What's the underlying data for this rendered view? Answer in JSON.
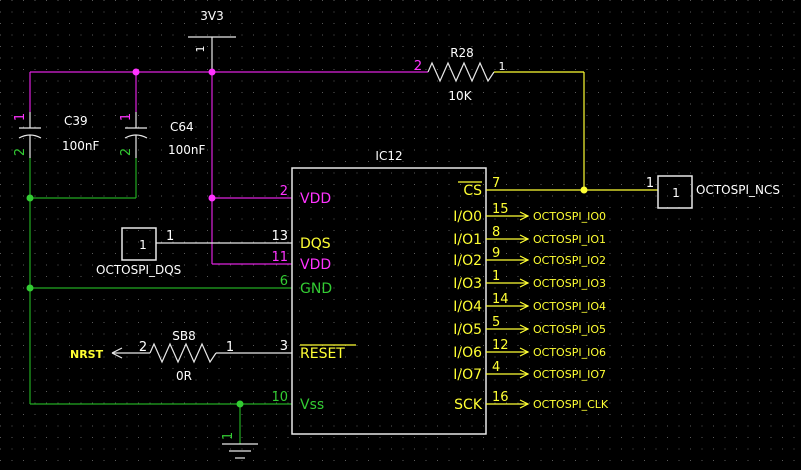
{
  "power": {
    "net": "3V3",
    "pin": "1"
  },
  "colors": {
    "background": "#000000",
    "power_net": "#ff33ff",
    "ground_net": "#33cc33",
    "signal_net": "#ffff33",
    "component": "#ffffff"
  },
  "resistor_r28": {
    "ref": "R28",
    "value": "10K",
    "pin_a": "2",
    "pin_b": "1"
  },
  "cap_c39": {
    "ref": "C39",
    "value": "100nF",
    "pin_top": "1",
    "pin_bottom": "2"
  },
  "cap_c64": {
    "ref": "C64",
    "value": "100nF",
    "pin_top": "1",
    "pin_bottom": "2"
  },
  "ic": {
    "ref": "IC12",
    "left_pins": [
      {
        "num": "2",
        "name": "VDD",
        "kind": "power"
      },
      {
        "num": "13",
        "name": "DQS",
        "kind": "signal"
      },
      {
        "num": "11",
        "name": "VDD",
        "kind": "power"
      },
      {
        "num": "6",
        "name": "GND",
        "kind": "ground"
      },
      {
        "num": "3",
        "name": "RESET",
        "kind": "signal"
      },
      {
        "num": "10",
        "name": "Vss",
        "kind": "ground"
      }
    ],
    "right_pins": [
      {
        "num": "7",
        "name": "CS"
      },
      {
        "num": "15",
        "name": "I/O0",
        "net": "OCTOSPI_IO0"
      },
      {
        "num": "8",
        "name": "I/O1",
        "net": "OCTOSPI_IO1"
      },
      {
        "num": "9",
        "name": "I/O2",
        "net": "OCTOSPI_IO2"
      },
      {
        "num": "1",
        "name": "I/O3",
        "net": "OCTOSPI_IO3"
      },
      {
        "num": "14",
        "name": "I/O4",
        "net": "OCTOSPI_IO4"
      },
      {
        "num": "5",
        "name": "I/O5",
        "net": "OCTOSPI_IO5"
      },
      {
        "num": "12",
        "name": "I/O6",
        "net": "OCTOSPI_IO6"
      },
      {
        "num": "4",
        "name": "I/O7",
        "net": "OCTOSPI_IO7"
      },
      {
        "num": "16",
        "name": "SCK",
        "net": "OCTOSPI_CLK"
      }
    ]
  },
  "port_ncs": {
    "pin": "1",
    "net": "OCTOSPI_NCS"
  },
  "port_dqs": {
    "pin": "1",
    "num_label": "1",
    "net": "OCTOSPI_DQS"
  },
  "sb8": {
    "ref": "SB8",
    "value": "0R",
    "pin_a": "2",
    "pin_b": "1",
    "net": "NRST"
  },
  "ground": {
    "pin": "1"
  }
}
